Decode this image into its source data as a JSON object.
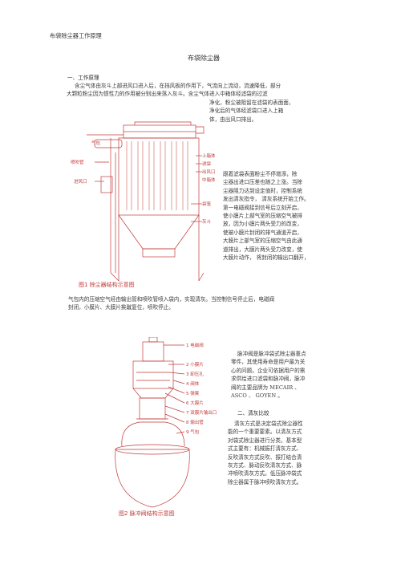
{
  "header": {
    "running_title": "布袋除尘器工作原理"
  },
  "doc_title": "布袋除尘器",
  "section1": {
    "heading": "一、工作原理",
    "para1_lines": [
      "含尘气体由灰斗上部进风口进入后，在挡风板的作用下，气流向上流动，流速降低，部分",
      "大颗粒粉尘因为惯性力的作用被分别出来落入灰斗。含尘气体进入中箱体经滤袋的过滤"
    ],
    "para1_wrap_lines": [
      "净化，粉尘被阻留在滤袋的表面面，",
      "净化后的气体经滤袋口进入上箱",
      "体，由出风口排出。"
    ],
    "para2_lines": [
      "跟着滤袋表面粉尘不停增添，除",
      "尘器出进口压差也随之上涨。当除",
      "尘器阻力达到设定值时，控制系统",
      "发出清灰指令，  清灰系统开始工作。",
      "第一电磁阀接到信号后立刻开启，",
      "使小膜片上部气室的压缩空气被排",
      "放，因为小膜片两头受力的改变，",
      "使被小膜片封闭的排气通道开启，",
      "大膜片上部气室的压缩空气由此通",
      "道排出，大膜片两头受力改变，使",
      "大膜片动作，  将封闭的输出口翻开，"
    ],
    "para2_full_lines": [
      "气包内的压缩空气经由输出管和喷吹管喷入袋内，实现清灰。当控制信号停止后，电磁阀",
      "封闭，小膜片、大膜片挨蹴复位，喷吹停止。"
    ]
  },
  "figure1": {
    "caption": "图1  除尘器结构示意图",
    "labels": {
      "upper_box": "上箱体",
      "bag": "滤袋",
      "pulse_pipe": "喷吹管",
      "air_tank": "气包",
      "outlet": "出风口",
      "middle_box": "中箱体",
      "cage": "袋笼",
      "inlet": "进风口",
      "hopper": "灰斗"
    }
  },
  "figure2": {
    "caption": "图2  脉冲阀结构示意图",
    "labels": [
      "1 电磁阀",
      "2 小膜片",
      "3 卸压孔",
      "4 阀体",
      "5 弹簧",
      "6 大膜片",
      "7 双膜片输出口",
      "8 输出管",
      "9 气包"
    ]
  },
  "section2_intro_lines": [
    "脉冲阀是脉冲袋式除尘器重点",
    "零件，其使用寿命是用户最为关",
    "心的问题。企业可依据用户的需",
    "求供给进口滤袋和脉冲阀，脉冲",
    "阀的主要品牌为      MECAIR     、",
    "ASCO    、    GOYEN    。"
  ],
  "section2": {
    "heading": "二、清灰比较",
    "lines": [
      "清灰方式是决定袋式除尘器性",
      "能的一个重要要素。以清灰方式",
      "对袋式除尘器进行分类，基本型",
      "式主要有：机械振打清灰方式、",
      "反吹清灰方式反吹、振打结合清",
      "灰方式、脉动反吹清灰方式、脉",
      "冲喷吹清灰方式。低压脉冲袋式",
      "除尘器属于脉冲喷吹清灰方式。"
    ]
  },
  "colors": {
    "drawing": "#c23a3a",
    "text": "#3a3a3a"
  }
}
